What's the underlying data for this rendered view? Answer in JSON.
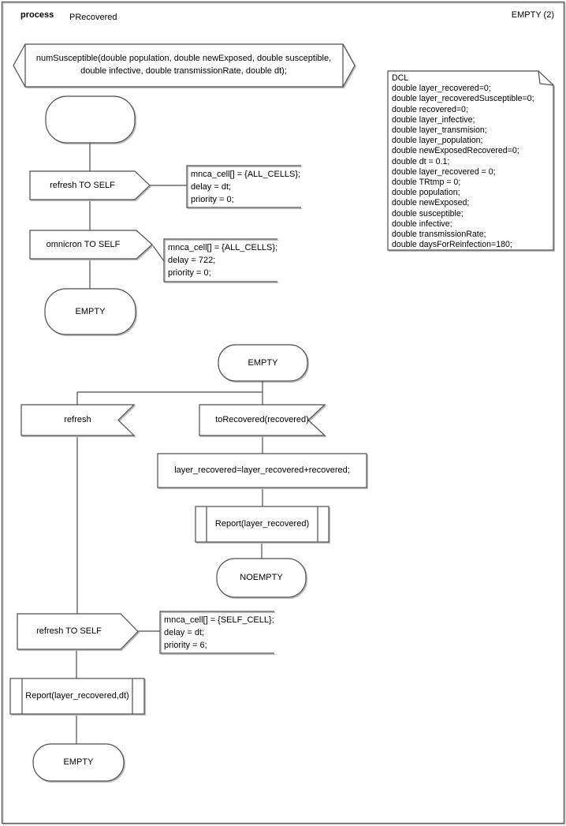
{
  "header": {
    "kind_label": "process",
    "process_name": "PRecovered",
    "page_ref": "EMPTY (2)"
  },
  "signature": {
    "lines": [
      "numSusceptible(double population, double newExposed, double susceptible,",
      "double infective, double transmissionRate, double dt);"
    ]
  },
  "declarations": {
    "lines": [
      "DCL",
      "double layer_recovered=0;",
      "double layer_recoveredSusceptible=0;",
      "double recovered=0;",
      "double layer_infective;",
      "double layer_transmision;",
      "double layer_population;",
      "double newExposedRecovered=0;",
      "double dt = 0.1;",
      "double layer_recovered = 0;",
      "double TRtmp = 0;",
      "double population;",
      "double newExposed;",
      "double susceptible;",
      "double infective;",
      "double transmissionRate;",
      "double daysForReinfection=180;"
    ]
  },
  "flow1": {
    "output_refresh": "refresh TO SELF",
    "note_refresh": {
      "lines": [
        "mnca_cell[] = {ALL_CELLS};",
        "delay = dt;",
        "priority = 0;"
      ]
    },
    "output_omnicron": "omnicron TO SELF",
    "note_omnicron": {
      "lines": [
        "mnca_cell[] = {ALL_CELLS};",
        "delay = 722;",
        "priority = 0;"
      ]
    },
    "state_empty": "EMPTY"
  },
  "flow2": {
    "state_top": "EMPTY",
    "input_refresh": "refresh",
    "input_torecovered": "toRecovered(recovered)",
    "task": "layer_recovered=layer_recovered+recovered;",
    "proc_report": "Report(layer_recovered)",
    "state_noempty": "NOEMPTY",
    "output_refresh_self": "refresh TO SELF",
    "note_refresh_self": {
      "lines": [
        "mnca_cell[] = {SELF_CELL};",
        "delay = dt;",
        "priority = 6;"
      ]
    },
    "proc_report_dt": "Report(layer_recovered,dt)",
    "state_empty_end": "EMPTY"
  },
  "colors": {
    "stroke": "#4d4d4d",
    "shadow": "#b8b8b8",
    "background": "#ffffff"
  }
}
